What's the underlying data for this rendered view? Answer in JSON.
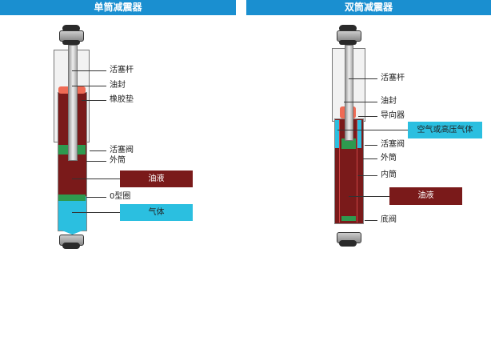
{
  "mono": {
    "title": "单筒减震器",
    "labels": {
      "rod": "活塞杆",
      "seal": "油封",
      "rubber": "橡胶垫",
      "piston_valve": "活塞阀",
      "outer_tube": "外筒",
      "oring": "0型圈"
    },
    "boxes": {
      "oil": "油液",
      "gas": "气体"
    }
  },
  "twin": {
    "title": "双筒减震器",
    "labels": {
      "rod": "活塞杆",
      "seal": "油封",
      "guide": "导向器",
      "piston_valve": "活塞阀",
      "outer_tube": "外筒",
      "inner_tube": "内筒",
      "base_valve": "底阀"
    },
    "boxes": {
      "gas": "空气或高压气体",
      "oil": "油液"
    }
  },
  "colors": {
    "header": "#1a8fd0",
    "oil": "#7a1a1a",
    "gas": "#2bbfe0"
  }
}
